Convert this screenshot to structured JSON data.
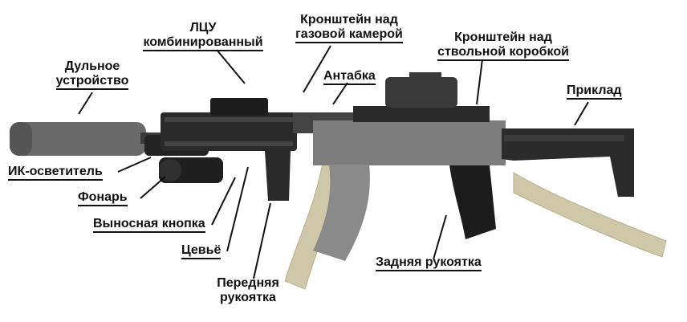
{
  "labels": {
    "muzzle": [
      "Дульное",
      "устройство"
    ],
    "lcu": [
      "ЛЦУ",
      "комбинированный"
    ],
    "gas_mount": [
      "Кронштейн над",
      "газовой камерой"
    ],
    "sling": "Антабка",
    "receiver_mount": [
      "Кронштейн над",
      "ствольной коробкой"
    ],
    "stock": "Приклад",
    "ir": "ИК-осветитель",
    "flashlight": "Фонарь",
    "remote_button": "Выносная кнопка",
    "handguard": "Цевьё",
    "front_grip": [
      "Передняя",
      "рукоятка"
    ],
    "rear_grip": "Задняя рукоятка"
  },
  "colors": {
    "text": "#111111",
    "rifle_dark": "#2a2a2a",
    "rifle_gray": "#7d7d7d",
    "magazine": "#8a8a8a",
    "sling": "#cfc8a8"
  }
}
